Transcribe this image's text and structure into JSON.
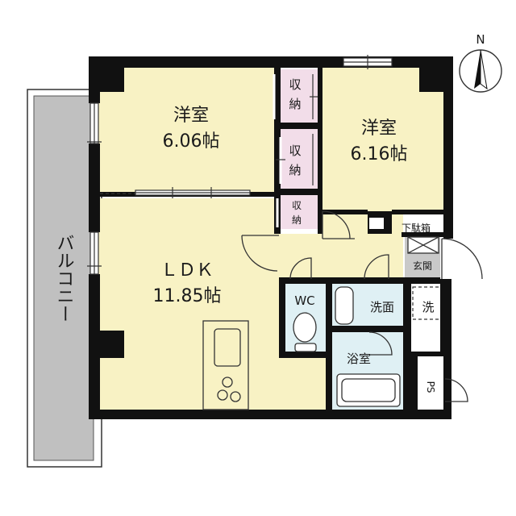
{
  "compass": {
    "north_label": "N"
  },
  "rooms": {
    "western_room_1": {
      "name": "洋室",
      "size": "6.06帖"
    },
    "western_room_2": {
      "name": "洋室",
      "size": "6.16帖"
    },
    "ldk": {
      "name": "ＬＤＫ",
      "size": "11.85帖"
    },
    "balcony": {
      "name": "バルコニー"
    },
    "wc": {
      "name": "WC"
    },
    "washroom": {
      "name": "洗面"
    },
    "washer": {
      "name": "洗"
    },
    "bathroom": {
      "name": "浴室"
    },
    "entrance": {
      "name": "玄関"
    },
    "shoe_box": {
      "name": "下駄箱"
    },
    "ps": {
      "name": "PS"
    }
  },
  "closets": [
    {
      "line1": "収",
      "line2": "納"
    },
    {
      "line1": "収",
      "line2": "納"
    },
    {
      "line1": "収",
      "line2": "納"
    }
  ],
  "colors": {
    "room_fill": "#f8f2c4",
    "closet_fill": "#f2dde9",
    "wet_fill": "#dff0f4",
    "entrance_fill": "#c9c9c9",
    "balcony_fill": "#c0c0c0",
    "wall": "#111111"
  }
}
